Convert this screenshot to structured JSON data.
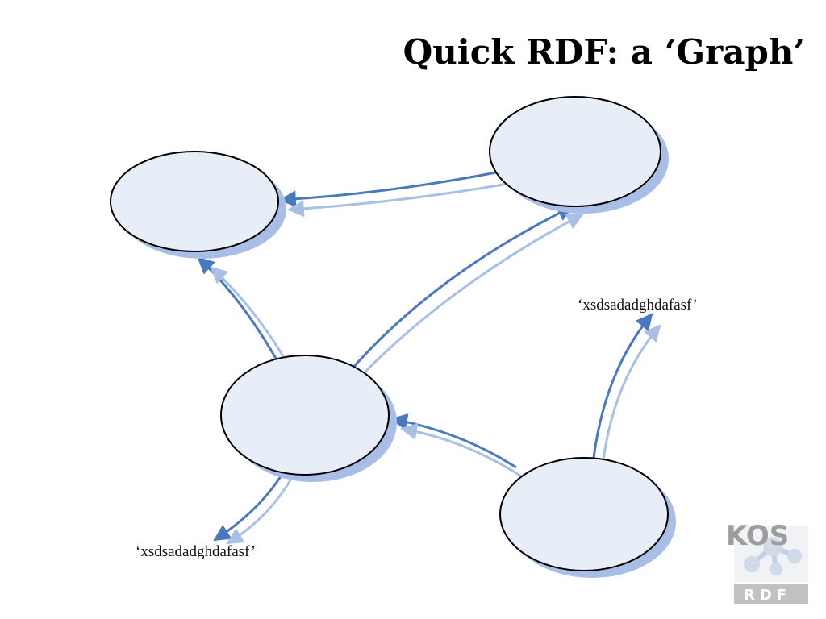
{
  "slide": {
    "title": "Quick RDF: a ‘Graph’"
  },
  "nodes": [
    {
      "id": "node-top-left",
      "label": ""
    },
    {
      "id": "node-top-right",
      "label": ""
    },
    {
      "id": "node-center",
      "label": ""
    },
    {
      "id": "node-bottom-right",
      "label": ""
    }
  ],
  "literals": [
    {
      "id": "literal-right",
      "text": "‘xsdsadadghdafasf’"
    },
    {
      "id": "literal-bottom-left",
      "text": "‘xsdsadadghdafasf’"
    }
  ],
  "edges": [
    {
      "from": "node-top-right",
      "to": "node-top-left"
    },
    {
      "from": "node-center",
      "to": "node-top-left"
    },
    {
      "from": "node-center",
      "to": "node-top-right"
    },
    {
      "from": "node-bottom-right",
      "to": "node-center"
    },
    {
      "from": "node-bottom-right",
      "to": "literal-right"
    },
    {
      "from": "node-center",
      "to": "literal-bottom-left"
    }
  ],
  "colors": {
    "node_fill": "#e8eef8",
    "node_stroke": "#000000",
    "node_shadow": "#a9bee6",
    "edge_primary": "#4a78bf",
    "edge_secondary": "#a9c0e6"
  },
  "logo": {
    "text": "KOS",
    "banner": "RDF"
  }
}
